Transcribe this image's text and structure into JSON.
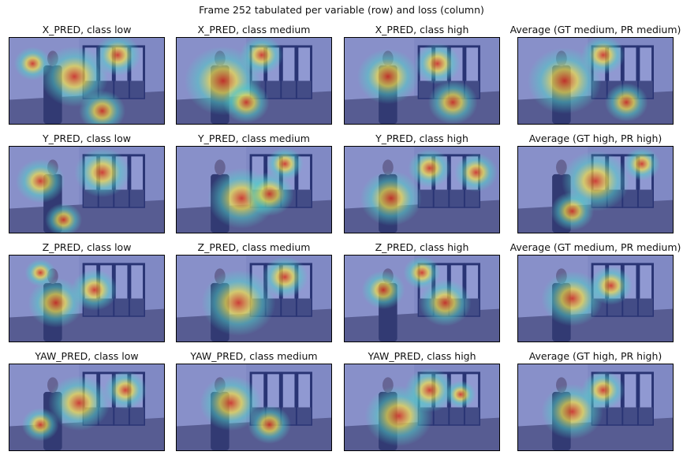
{
  "suptitle": "Frame 252 tabulated per variable (row) and loss (column)",
  "chart_data": {
    "type": "heatmap",
    "title": "Frame 252 tabulated per variable (row) and loss (column)",
    "grid": false,
    "panels": [
      {
        "title": "X_PRED, class low",
        "hotspots": [
          {
            "cx": 0.42,
            "cy": 0.45,
            "r": 0.22
          },
          {
            "cx": 0.15,
            "cy": 0.3,
            "r": 0.12
          },
          {
            "cx": 0.7,
            "cy": 0.2,
            "r": 0.15
          },
          {
            "cx": 0.6,
            "cy": 0.85,
            "r": 0.15
          }
        ]
      },
      {
        "title": "X_PRED, class medium",
        "hotspots": [
          {
            "cx": 0.3,
            "cy": 0.5,
            "r": 0.25
          },
          {
            "cx": 0.55,
            "cy": 0.2,
            "r": 0.14
          },
          {
            "cx": 0.45,
            "cy": 0.75,
            "r": 0.15
          }
        ]
      },
      {
        "title": "X_PRED, class high",
        "hotspots": [
          {
            "cx": 0.28,
            "cy": 0.45,
            "r": 0.2
          },
          {
            "cx": 0.6,
            "cy": 0.3,
            "r": 0.15
          },
          {
            "cx": 0.7,
            "cy": 0.75,
            "r": 0.16
          }
        ]
      },
      {
        "title": "Average (GT medium, PR medium)",
        "hotspots": [
          {
            "cx": 0.3,
            "cy": 0.5,
            "r": 0.24
          },
          {
            "cx": 0.55,
            "cy": 0.2,
            "r": 0.14
          },
          {
            "cx": 0.7,
            "cy": 0.75,
            "r": 0.14
          }
        ]
      },
      {
        "title": "Y_PRED, class low",
        "hotspots": [
          {
            "cx": 0.2,
            "cy": 0.4,
            "r": 0.16
          },
          {
            "cx": 0.6,
            "cy": 0.3,
            "r": 0.18
          },
          {
            "cx": 0.35,
            "cy": 0.85,
            "r": 0.12
          }
        ]
      },
      {
        "title": "Y_PRED, class medium",
        "hotspots": [
          {
            "cx": 0.42,
            "cy": 0.6,
            "r": 0.22
          },
          {
            "cx": 0.6,
            "cy": 0.55,
            "r": 0.16
          },
          {
            "cx": 0.7,
            "cy": 0.2,
            "r": 0.12
          }
        ]
      },
      {
        "title": "Y_PRED, class high",
        "hotspots": [
          {
            "cx": 0.3,
            "cy": 0.6,
            "r": 0.2
          },
          {
            "cx": 0.55,
            "cy": 0.25,
            "r": 0.14
          },
          {
            "cx": 0.85,
            "cy": 0.3,
            "r": 0.14
          }
        ]
      },
      {
        "title": "Average (GT high, PR high)",
        "hotspots": [
          {
            "cx": 0.5,
            "cy": 0.4,
            "r": 0.22
          },
          {
            "cx": 0.35,
            "cy": 0.75,
            "r": 0.14
          },
          {
            "cx": 0.8,
            "cy": 0.2,
            "r": 0.12
          }
        ]
      },
      {
        "title": "Z_PRED, class low",
        "hotspots": [
          {
            "cx": 0.3,
            "cy": 0.55,
            "r": 0.18
          },
          {
            "cx": 0.55,
            "cy": 0.4,
            "r": 0.15
          },
          {
            "cx": 0.2,
            "cy": 0.2,
            "r": 0.1
          }
        ]
      },
      {
        "title": "Z_PRED, class medium",
        "hotspots": [
          {
            "cx": 0.4,
            "cy": 0.55,
            "r": 0.24
          },
          {
            "cx": 0.7,
            "cy": 0.25,
            "r": 0.15
          }
        ]
      },
      {
        "title": "Z_PRED, class high",
        "hotspots": [
          {
            "cx": 0.25,
            "cy": 0.4,
            "r": 0.14
          },
          {
            "cx": 0.65,
            "cy": 0.55,
            "r": 0.17
          },
          {
            "cx": 0.5,
            "cy": 0.2,
            "r": 0.12
          }
        ]
      },
      {
        "title": "Average (GT medium, PR medium)",
        "hotspots": [
          {
            "cx": 0.35,
            "cy": 0.5,
            "r": 0.2
          },
          {
            "cx": 0.6,
            "cy": 0.35,
            "r": 0.14
          }
        ]
      },
      {
        "title": "YAW_PRED, class low",
        "hotspots": [
          {
            "cx": 0.45,
            "cy": 0.45,
            "r": 0.2
          },
          {
            "cx": 0.75,
            "cy": 0.3,
            "r": 0.14
          },
          {
            "cx": 0.2,
            "cy": 0.7,
            "r": 0.12
          }
        ]
      },
      {
        "title": "YAW_PRED, class medium",
        "hotspots": [
          {
            "cx": 0.35,
            "cy": 0.45,
            "r": 0.2
          },
          {
            "cx": 0.6,
            "cy": 0.7,
            "r": 0.14
          }
        ]
      },
      {
        "title": "YAW_PRED, class high",
        "hotspots": [
          {
            "cx": 0.35,
            "cy": 0.6,
            "r": 0.22
          },
          {
            "cx": 0.55,
            "cy": 0.3,
            "r": 0.16
          },
          {
            "cx": 0.75,
            "cy": 0.35,
            "r": 0.1
          }
        ]
      },
      {
        "title": "Average (GT high, PR high)",
        "hotspots": [
          {
            "cx": 0.35,
            "cy": 0.55,
            "r": 0.2
          },
          {
            "cx": 0.55,
            "cy": 0.3,
            "r": 0.14
          }
        ]
      }
    ]
  },
  "colors": {
    "background": "#ffffff",
    "cold": "#3b4cc0",
    "mid": "#4fd0c8",
    "warm": "#f2e14a",
    "hot": "#d7301f",
    "window_frame": "#1b2236",
    "floor": "#6e6a6c"
  }
}
